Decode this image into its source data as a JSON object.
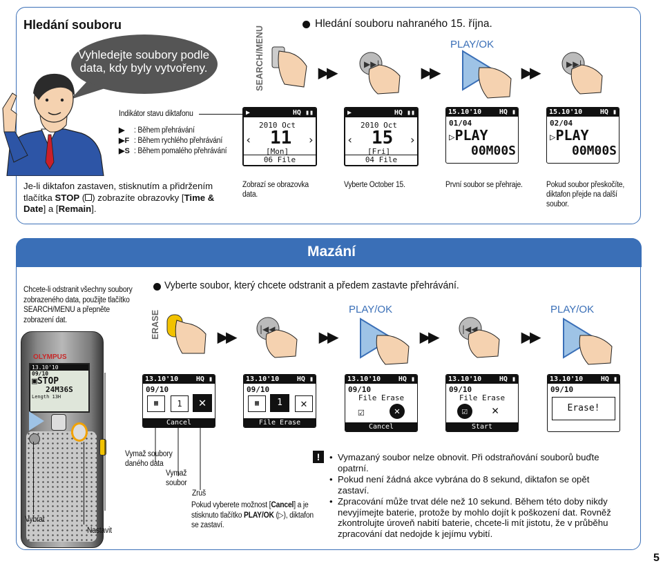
{
  "search": {
    "title": "Hledání souboru",
    "bubble": "Vyhledejte soubory podle data, kdy byly vytvořeny.",
    "step_title": "Hledání souboru nahraného 15. října.",
    "search_menu_label": "SEARCH/MENU",
    "play_ok_label": "PLAY/OK",
    "indicator_title": "Indikátor stavu diktafonu",
    "indicator_items": [
      ": Během přehrávání",
      ": Během rychlého přehrávání",
      ": Během pomalého přehrávání"
    ],
    "indicator_symbols": [
      "▶",
      "▶F",
      "▶S"
    ],
    "intro_text_1": "Je-li diktafon zastaven, stisknutím a přidržením tlačítka ",
    "intro_stop": "STOP",
    "intro_text_2": ") zobrazíte obrazovky [",
    "intro_time": "Time & Date",
    "intro_text_3": "] a [",
    "intro_remain": "Remain",
    "intro_text_4": "].",
    "screens": [
      {
        "year": "2010 Oct",
        "big": "11",
        "day": "[Mon]",
        "file": "06 File"
      },
      {
        "year": "2010 Oct",
        "big": "15",
        "day": "[Fri]",
        "file": "04 File"
      },
      {
        "date": "15.10'10",
        "hq": "HQ",
        "fileno": "01/04",
        "play": "PLAY",
        "time": "00M00S"
      },
      {
        "date": "15.10'10",
        "hq": "HQ",
        "fileno": "02/04",
        "play": "PLAY",
        "time": "00M00S"
      }
    ],
    "captions": [
      "Zobrazí se obrazovka data.",
      "Vyberte October 15.",
      "První soubor se přehraje.",
      "Pokud soubor přeskočíte, diktafon přejde na další soubor."
    ]
  },
  "erase": {
    "header": "Mazání",
    "intro": "Chcete-li odstranit všechny soubory zobrazeného data, použijte tlačítko SEARCH/MENU a přepněte zobrazení dat.",
    "step_title": "Vyberte soubor, který chcete odstranit a předem zastavte přehrávání.",
    "erase_label": "ERASE",
    "play_ok_label_1": "PLAY/OK",
    "play_ok_label_2": "PLAY/OK",
    "recorder": {
      "brand": "OLYMPUS",
      "date": "13.10'10",
      "fileno": "09/10",
      "stop": "STOP",
      "time": "24M36S",
      "length": "Length 13H"
    },
    "screens": [
      {
        "date": "13.10'10",
        "fileno": "09/10",
        "footer": "Cancel"
      },
      {
        "date": "13.10'10",
        "fileno": "09/10",
        "footer": "File Erase"
      },
      {
        "date": "13.10'10",
        "fileno": "09/10",
        "middle": "File Erase",
        "footer": "Cancel"
      },
      {
        "date": "13.10'10",
        "fileno": "09/10",
        "middle": "File Erase",
        "footer": "Start"
      },
      {
        "date": "13.10'10",
        "fileno": "09/10",
        "middle": "Erase!"
      }
    ],
    "label_erase_date": "Vymaž soubory daného data",
    "label_erase": "Vymaž soubor",
    "label_cancel": "Zruš",
    "cancel_note_1": "Pokud vyberete možnost [",
    "cancel_word": "Cancel",
    "cancel_note_2": "] a je stisknuto tlačítko ",
    "cancel_play": "PLAY/OK",
    "cancel_note_3": "), diktafon se zastaví.",
    "label_select": "Vybrat",
    "label_set": "Nastavit",
    "notes": [
      "Vymazaný soubor nelze obnovit. Při odstraňování souborů buďte opatrní.",
      "Pokud není žádná akce vybrána do 8 sekund, diktafon se opět zastaví.",
      "Zpracování může trvat déle než 10 sekund. Během této doby nikdy nevyjímejte baterie, protože by mohlo dojít k poškození dat. Rovněž zkontrolujte úroveň nabití baterie, chcete-li mít jistotu, že v průběhu zpracování dat nedojde k jejímu vybití."
    ]
  },
  "page_number": "5",
  "colors": {
    "accent": "#3a6fb7",
    "button_blue": "#9ec3e6",
    "erase_yellow": "#f2c200",
    "bubble": "#555555"
  }
}
